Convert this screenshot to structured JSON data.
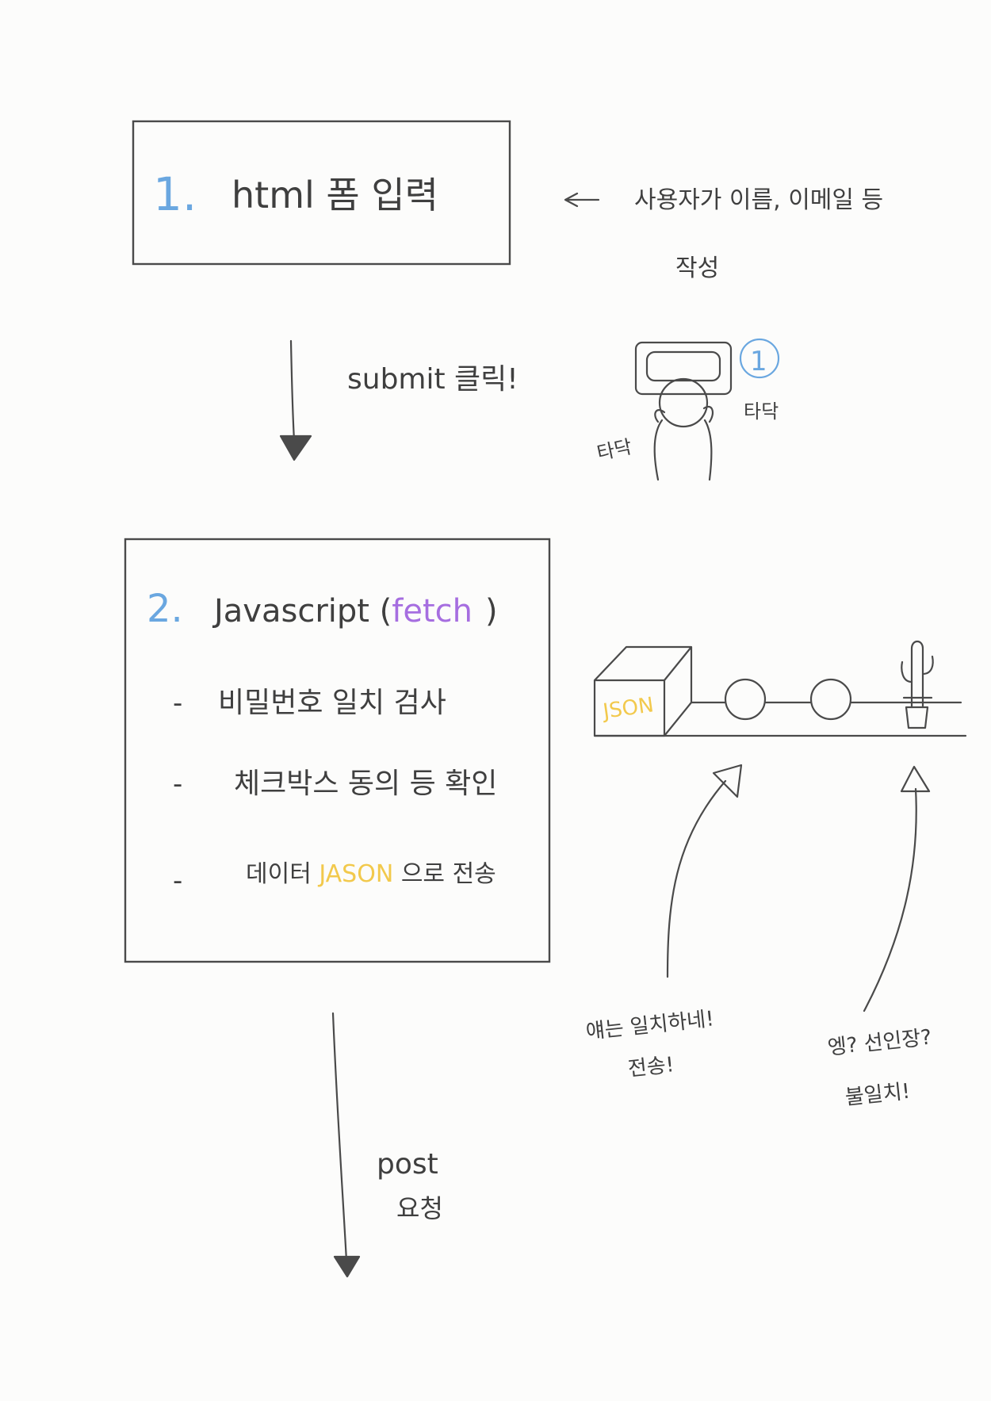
{
  "step1": {
    "number": "1.",
    "title": "html 폼 입력",
    "note_line1": "사용자가 이름, 이메일 등",
    "note_line2": "작성"
  },
  "arrow1": {
    "label": "submit 클릭!"
  },
  "typing": {
    "badge": "1",
    "sound_left": "타닥",
    "sound_right": "타닥"
  },
  "step2": {
    "number": "2.",
    "title_prefix": "Javascript (",
    "title_fetch": "fetch",
    "title_suffix": ")",
    "items": [
      {
        "bullet": "-",
        "text": "비밀번호 일치 검사"
      },
      {
        "bullet": "-",
        "text": "체크박스 동의 등 확인"
      },
      {
        "bullet": "-",
        "text_before": "데이터 ",
        "highlight": "JASON",
        "text_after": " 으로 전송"
      }
    ]
  },
  "conveyor": {
    "box_label": "JSON"
  },
  "comment_left": {
    "line1": "얘는 일치하네!",
    "line2": "전송!"
  },
  "comment_right": {
    "line1": "엥? 선인장?",
    "line2": "불일치!"
  },
  "arrow2": {
    "label_line1": "post",
    "label_line2": "요청"
  },
  "colors": {
    "blue": "#6aa7e0",
    "purple": "#a66ee0",
    "yellow": "#f2c94c",
    "ink": "#3f3f3f"
  }
}
